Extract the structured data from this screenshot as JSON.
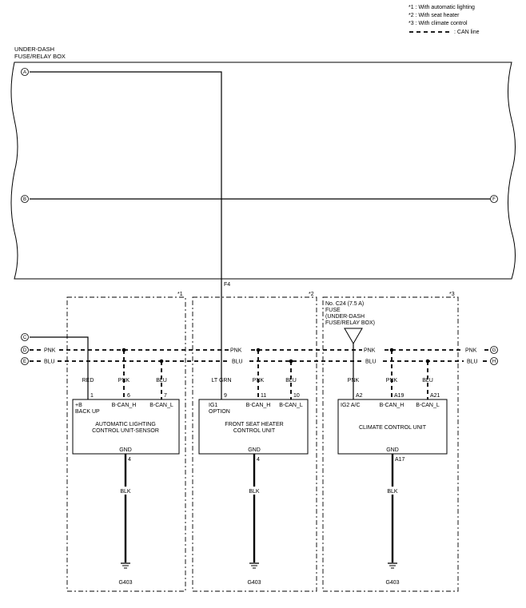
{
  "legend": [
    {
      "key": "*1",
      "text": "*1 : With automatic lighting"
    },
    {
      "key": "*2",
      "text": "*2 : With seat heater"
    },
    {
      "key": "*3",
      "text": "*3 : With climate control"
    },
    {
      "key": "can",
      "text": ": CAN line"
    }
  ],
  "fuse_box": {
    "title_line1": "UNDER-DASH",
    "title_line2": "FUSE/RELAY BOX",
    "terminal_f4": "F4"
  },
  "connectors": {
    "A": "A",
    "B": "B",
    "C": "C",
    "D": "D",
    "E": "E",
    "F": "F",
    "G": "G",
    "H": "H"
  },
  "wires": {
    "pnk": "PNK",
    "blu": "BLU",
    "red": "RED",
    "lt_grn": "LT GRN",
    "blk": "BLK"
  },
  "fuse_c24": {
    "line1": "No. C24 (7.5 A)",
    "line2": "FUSE",
    "line3": "(UNDER-DASH",
    "line4": "FUSE/RELAY BOX)"
  },
  "units": [
    {
      "id": "automatic-lighting",
      "option": "*1",
      "pins": [
        {
          "num": "1",
          "label": "+B"
        },
        {
          "num": "6",
          "label": "B-CAN_H"
        },
        {
          "num": "7",
          "label": "B-CAN_L"
        }
      ],
      "sublabel": "BACK UP",
      "name_line1": "AUTOMATIC LIGHTING",
      "name_line2": "CONTROL UNIT-SENSOR",
      "gnd_label": "GND",
      "gnd_pin": "4",
      "ground": "G403"
    },
    {
      "id": "seat-heater",
      "option": "*2",
      "pins": [
        {
          "num": "9",
          "label": "IG1"
        },
        {
          "num": "11",
          "label": "B-CAN_H"
        },
        {
          "num": "10",
          "label": "B-CAN_L"
        }
      ],
      "sublabel": "OPTION",
      "name_line1": "FRONT SEAT HEATER",
      "name_line2": "CONTROL UNIT",
      "gnd_label": "GND",
      "gnd_pin": "4",
      "ground": "G403"
    },
    {
      "id": "climate-control",
      "option": "*3",
      "pins": [
        {
          "num": "A2",
          "label": "IG2 A/C"
        },
        {
          "num": "A19",
          "label": "B-CAN_H"
        },
        {
          "num": "A21",
          "label": "B-CAN_L"
        }
      ],
      "sublabel": "",
      "name_line1": "CLIMATE CONTROL UNIT",
      "name_line2": "",
      "gnd_label": "GND",
      "gnd_pin": "A17",
      "ground": "G403"
    }
  ]
}
